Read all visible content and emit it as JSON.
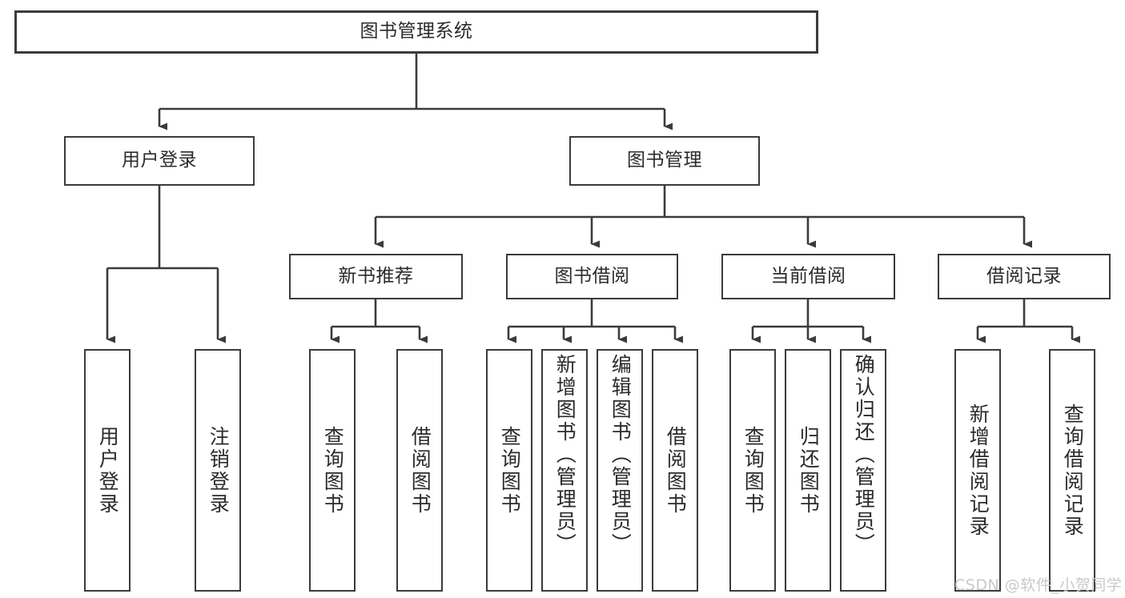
{
  "diagram": {
    "title": "图书管理系统",
    "type": "tree-hierarchy",
    "stroke_color": "#3b3b3b",
    "text_color": "#2b2b2b",
    "background": "#ffffff",
    "nodes": {
      "root": {
        "label": "图书管理系统"
      },
      "level2": [
        {
          "id": "user-login",
          "label": "用户登录"
        },
        {
          "id": "book-manage",
          "label": "图书管理"
        }
      ],
      "level3": [
        {
          "id": "new-book-recommend",
          "label": "新书推荐"
        },
        {
          "id": "book-borrow",
          "label": "图书借阅"
        },
        {
          "id": "current-borrow",
          "label": "当前借阅"
        },
        {
          "id": "borrow-record",
          "label": "借阅记录"
        }
      ],
      "leaves": {
        "user-login": [
          {
            "id": "leaf-user-login",
            "label": "用户登录"
          },
          {
            "id": "leaf-user-logout",
            "label": "注销登录"
          }
        ],
        "new-book-recommend": [
          {
            "id": "leaf-query-book-1",
            "label": "查询图书"
          },
          {
            "id": "leaf-borrow-book-1",
            "label": "借阅图书"
          }
        ],
        "book-borrow": [
          {
            "id": "leaf-query-book-2",
            "label": "查询图书"
          },
          {
            "id": "leaf-add-book",
            "label": "新增图书（管理员）"
          },
          {
            "id": "leaf-edit-book",
            "label": "编辑图书（管理员）"
          },
          {
            "id": "leaf-borrow-book-2",
            "label": "借阅图书"
          }
        ],
        "current-borrow": [
          {
            "id": "leaf-query-book-3",
            "label": "查询图书"
          },
          {
            "id": "leaf-return-book",
            "label": "归还图书"
          },
          {
            "id": "leaf-confirm-return",
            "label": "确认归还（管理员）"
          }
        ],
        "borrow-record": [
          {
            "id": "leaf-add-record",
            "label": "新增借阅记录"
          },
          {
            "id": "leaf-query-record",
            "label": "查询借阅记录"
          }
        ]
      }
    }
  },
  "watermark": {
    "text": "CSDN @软件_小贺同学"
  }
}
